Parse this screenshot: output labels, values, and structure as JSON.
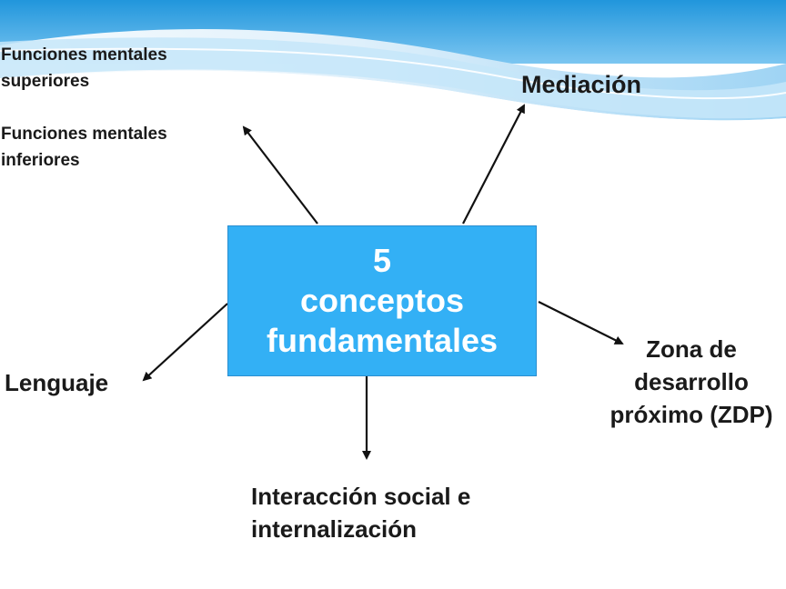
{
  "diagram": {
    "center": {
      "number": "5",
      "line1": "conceptos",
      "line2": "fundamentales"
    },
    "nodes": {
      "funciones_superiores": [
        "Funciones mentales",
        "superiores"
      ],
      "funciones_inferiores": [
        "Funciones mentales",
        "inferiores"
      ],
      "mediacion": "Mediación",
      "lenguaje": "Lenguaje",
      "zdp": [
        "Zona de",
        "desarrollo",
        "próximo (ZDP)"
      ],
      "interaccion": [
        "Interacción social e",
        "internalización"
      ]
    }
  },
  "colors": {
    "box_fill": "#33b0f5",
    "box_border": "#2a8ed0",
    "box_text": "#ffffff",
    "label_text": "#1a1a1a",
    "arrow": "#111111",
    "wave_dark": "#2b9be0",
    "wave_light": "#d6ecfa"
  },
  "icons": {
    "arrow": "arrow-head-icon",
    "background": "wave-background"
  }
}
